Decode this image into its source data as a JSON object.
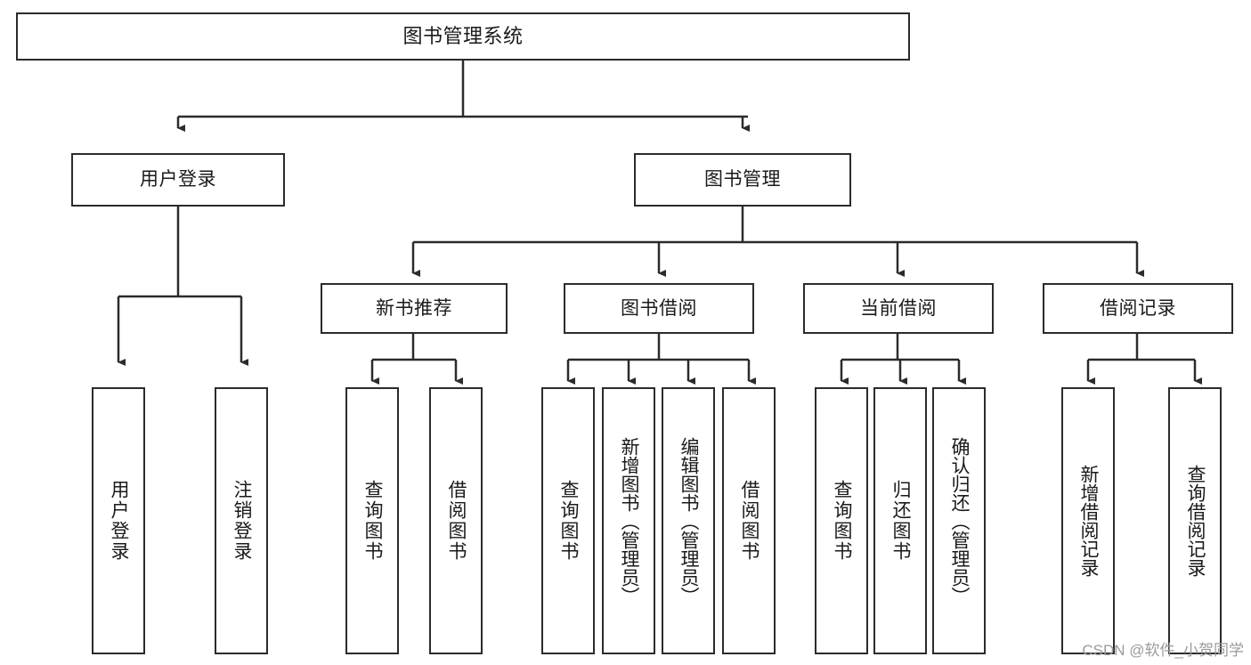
{
  "diagram": {
    "type": "tree-hierarchy-chart",
    "title": "图书管理系统",
    "colors": {
      "stroke": "#2b2b2b",
      "fill": "#ffffff",
      "text": "#1a1a1a",
      "watermark": "#9a9a9a",
      "background": "#ffffff"
    },
    "watermark": "CSDN @软件_小贺同学",
    "levels": {
      "root": {
        "label": "图书管理系统"
      },
      "level2": [
        {
          "label": "用户登录"
        },
        {
          "label": "图书管理"
        }
      ],
      "level3": [
        {
          "label": "新书推荐"
        },
        {
          "label": "图书借阅"
        },
        {
          "label": "当前借阅"
        },
        {
          "label": "借阅记录"
        }
      ],
      "leaves": {
        "user_login": [
          {
            "label": "用户登录"
          },
          {
            "label": "注销登录"
          }
        ],
        "new_book_recommend": [
          {
            "label": "查询图书"
          },
          {
            "label": "借阅图书"
          }
        ],
        "book_borrow": [
          {
            "label": "查询图书"
          },
          {
            "label": "新增图书（管理员）"
          },
          {
            "label": "编辑图书（管理员）"
          },
          {
            "label": "借阅图书"
          }
        ],
        "current_borrow": [
          {
            "label": "查询图书"
          },
          {
            "label": "归还图书"
          },
          {
            "label": "确认归还（管理员）"
          }
        ],
        "borrow_record": [
          {
            "label": "新增借阅记录"
          },
          {
            "label": "查询借阅记录"
          }
        ]
      }
    }
  }
}
